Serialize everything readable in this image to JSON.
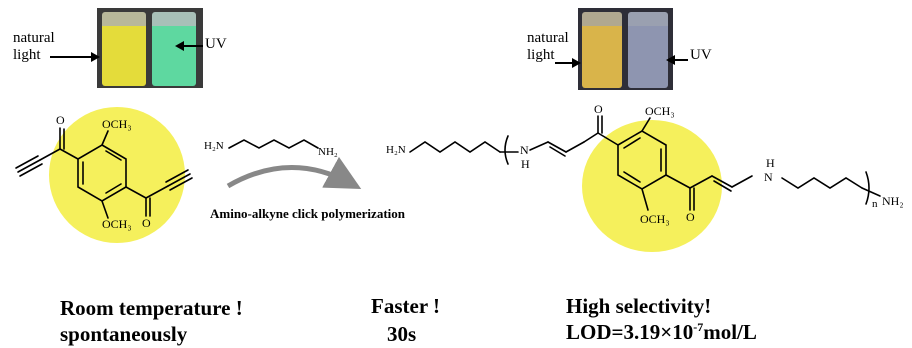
{
  "photos": {
    "left": {
      "natural_label_1": "natural",
      "natural_label_2": "light",
      "uv_label": "UV"
    },
    "right": {
      "natural_label_1": "natural",
      "natural_label_2": "light",
      "uv_label": "UV"
    }
  },
  "reaction": {
    "label": "Amino-alkyne click polymerization",
    "diamine": {
      "h2n": "H₂N",
      "nh2": "NH₂"
    },
    "monomer": {
      "o_top": "O",
      "och3_top": "OCH₃",
      "och3_bottom": "OCH₃",
      "o_bottom": "O"
    },
    "polymer": {
      "h2n": "H₂N",
      "nh_left_n": "N",
      "nh_left_h": "H",
      "o_top": "O",
      "och3_top": "OCH₃",
      "och3_bottom": "OCH₃",
      "o_bottom": "O",
      "nh_right_n": "N",
      "nh_right_h": "H",
      "subscript_n": "n",
      "nh2_end": "NH₂"
    }
  },
  "features": [
    {
      "title": "Room temperature !",
      "sub": "spontaneously"
    },
    {
      "title": "Faster !",
      "sub": "30s"
    },
    {
      "title": "High selectivity!",
      "sub_prefix": "LOD=3.19×10",
      "sub_exp": "-7",
      "sub_suffix": "mol/L"
    }
  ],
  "colors": {
    "highlight": "#f5f05c",
    "vial_yellow": "#e4dc3a",
    "vial_green": "#5ed8a0",
    "vial_orange": "#d9b44a",
    "vial_clear": "#8e95b0",
    "curved_arrow": "#888888"
  }
}
